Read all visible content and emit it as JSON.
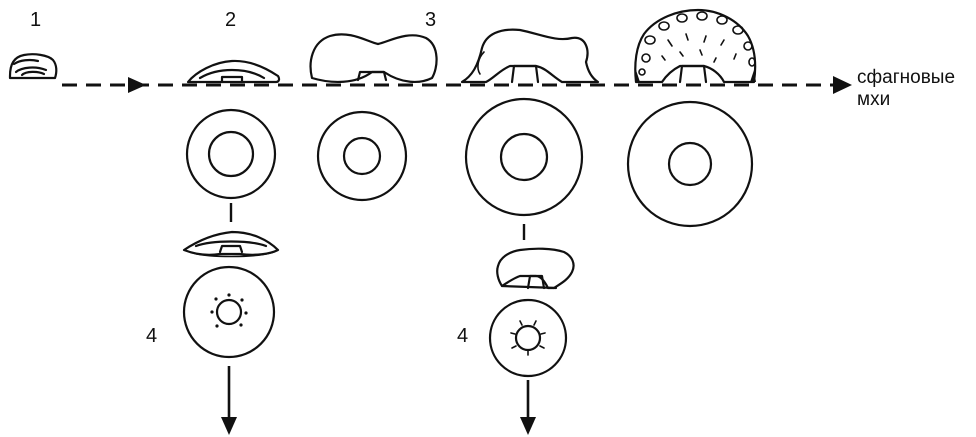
{
  "labels": {
    "stage1": "1",
    "stage2": "2",
    "stage3": "3",
    "stage4_left": "4",
    "stage4_right": "4",
    "moss_line1": "сфагновые",
    "moss_line2": "мхи"
  }
}
